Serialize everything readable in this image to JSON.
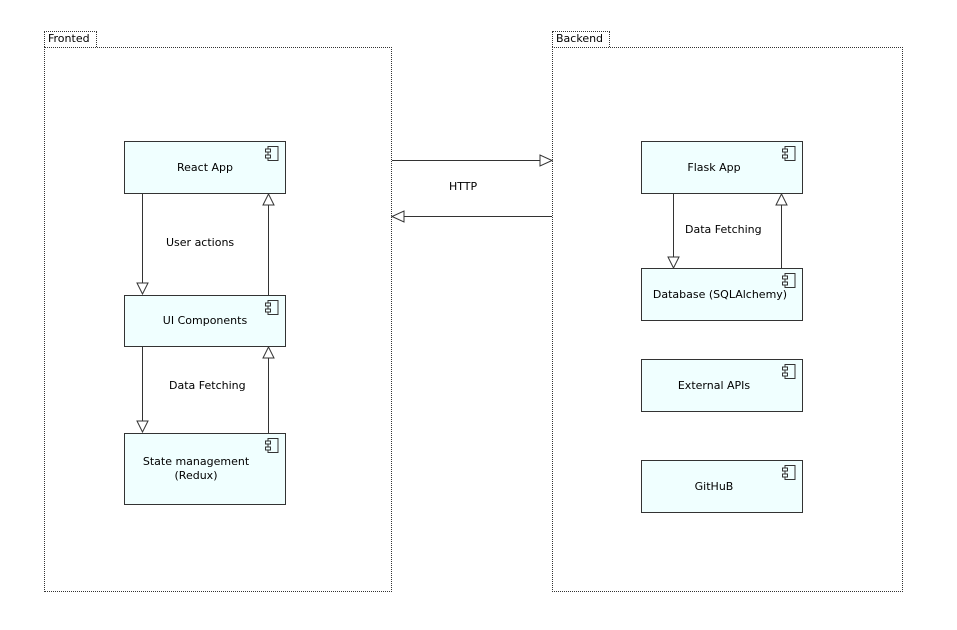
{
  "packages": {
    "frontend": {
      "label": "Fronted"
    },
    "backend": {
      "label": "Backend"
    }
  },
  "components": {
    "react_app": "React App",
    "ui_components": "UI Components",
    "state_management": "State management\n(Redux)",
    "flask_app": "Flask App",
    "database": "Database (SQLAlchemy)",
    "external_apis": "External APIs",
    "github": "GitHuB"
  },
  "edges": {
    "user_actions": "User actions",
    "frontend_data_fetching": "Data Fetching",
    "http": "HTTP",
    "backend_data_fetching": "Data Fetching"
  },
  "colors": {
    "component_fill": "#f0ffff",
    "line": "#333333"
  },
  "icons": {
    "component": "uml-component-icon"
  }
}
